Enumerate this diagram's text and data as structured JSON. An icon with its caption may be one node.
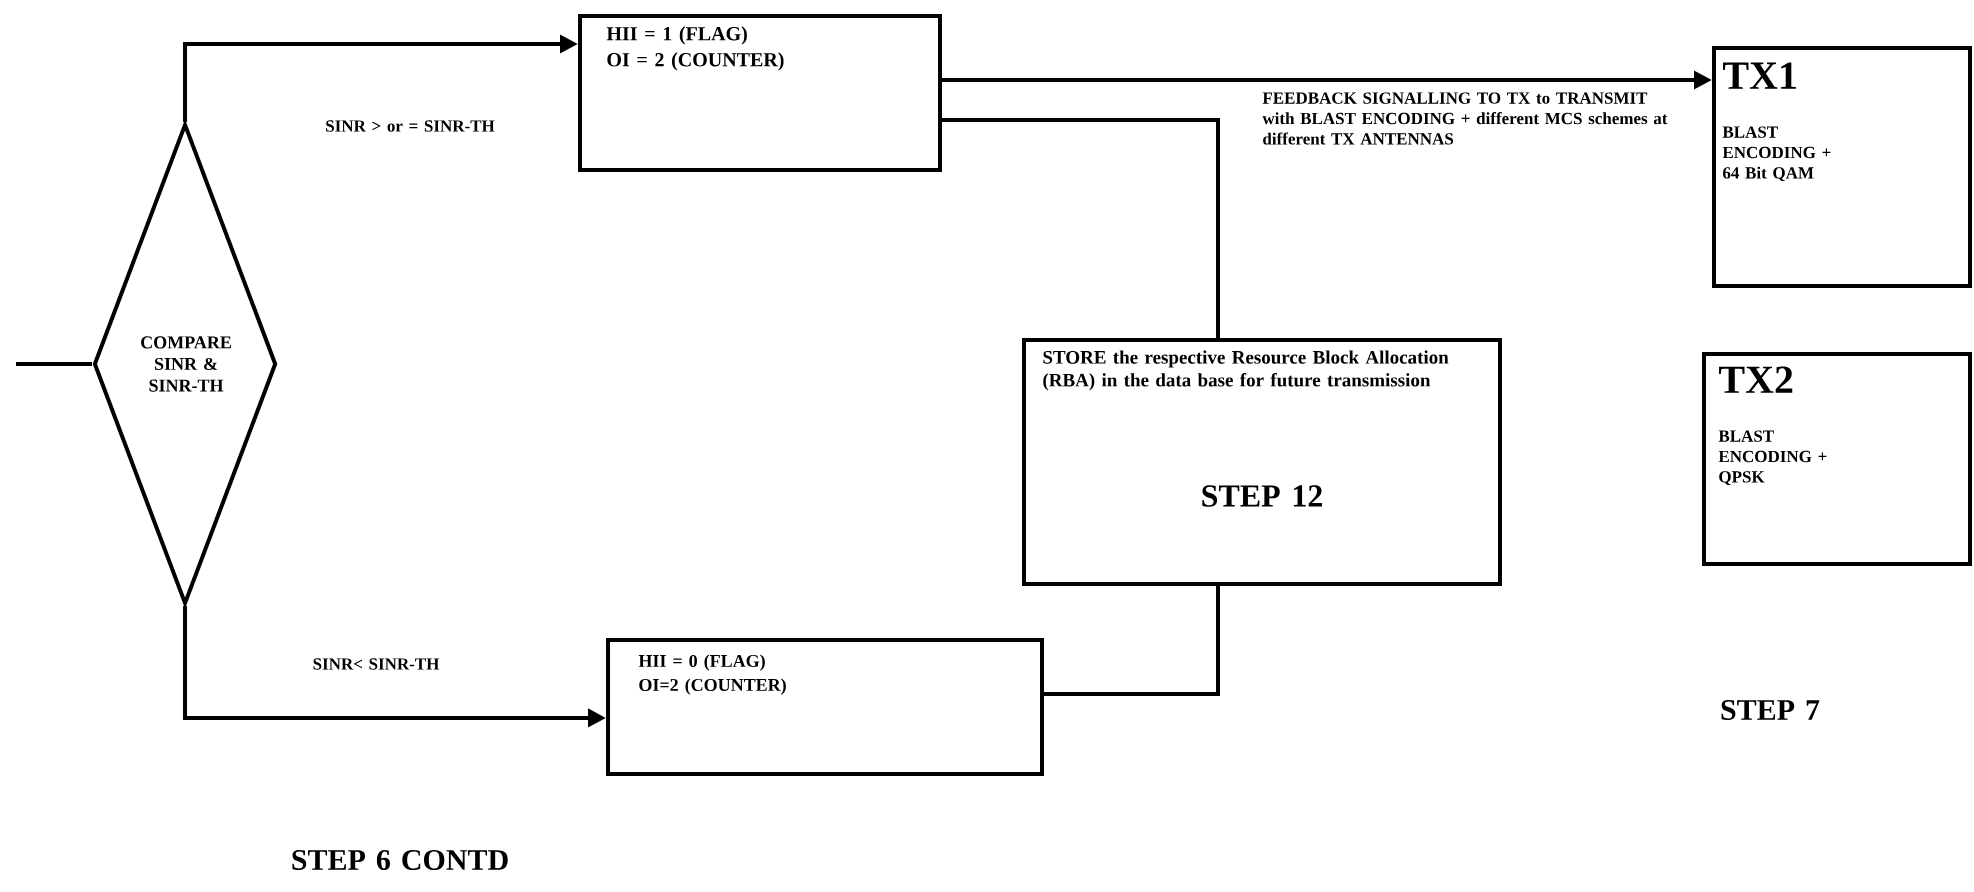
{
  "diagram": {
    "nodes": [
      {
        "text": [
          "COMPARE SINR & SINR-TH"
        ]
      },
      {
        "text": [
          "HII = 1 (FLAG)",
          "OI = 2 (COUNTER)"
        ]
      },
      {
        "text": [
          "STORE the respective Resource Block Allocation (RBA) in the data base for future transmission",
          "STEP 12"
        ]
      },
      {
        "text": [
          "TX1",
          "BLAST ENCODING + 64 Bit QAM"
        ]
      },
      {
        "text": [
          "TX2",
          "BLAST ENCODING + QPSK"
        ]
      },
      {
        "text": [
          "HII = 0 (FLAG)",
          "OI=2 (COUNTER)"
        ]
      }
    ],
    "edges": [
      {
        "from": null,
        "to": 0,
        "arrow": "none"
      },
      {
        "from": 0,
        "to": 1,
        "arrow": "to",
        "label": "SINR > or = SINR-TH"
      },
      {
        "from": 0,
        "to": 5,
        "arrow": "to",
        "label": "SINR< SINR-TH"
      },
      {
        "from": 1,
        "to": 3,
        "arrow": "to",
        "label": "FEEDBACK SIGNALLING TO TX to TRANSMIT with BLAST ENCODING + different MCS schemes at different TX ANTENNAS"
      },
      {
        "from": 1,
        "to": 2,
        "arrow": "none"
      },
      {
        "from": 5,
        "to": 2,
        "arrow": "none"
      }
    ],
    "labels": [
      "STEP 7",
      "STEP 6 CONTD"
    ]
  }
}
